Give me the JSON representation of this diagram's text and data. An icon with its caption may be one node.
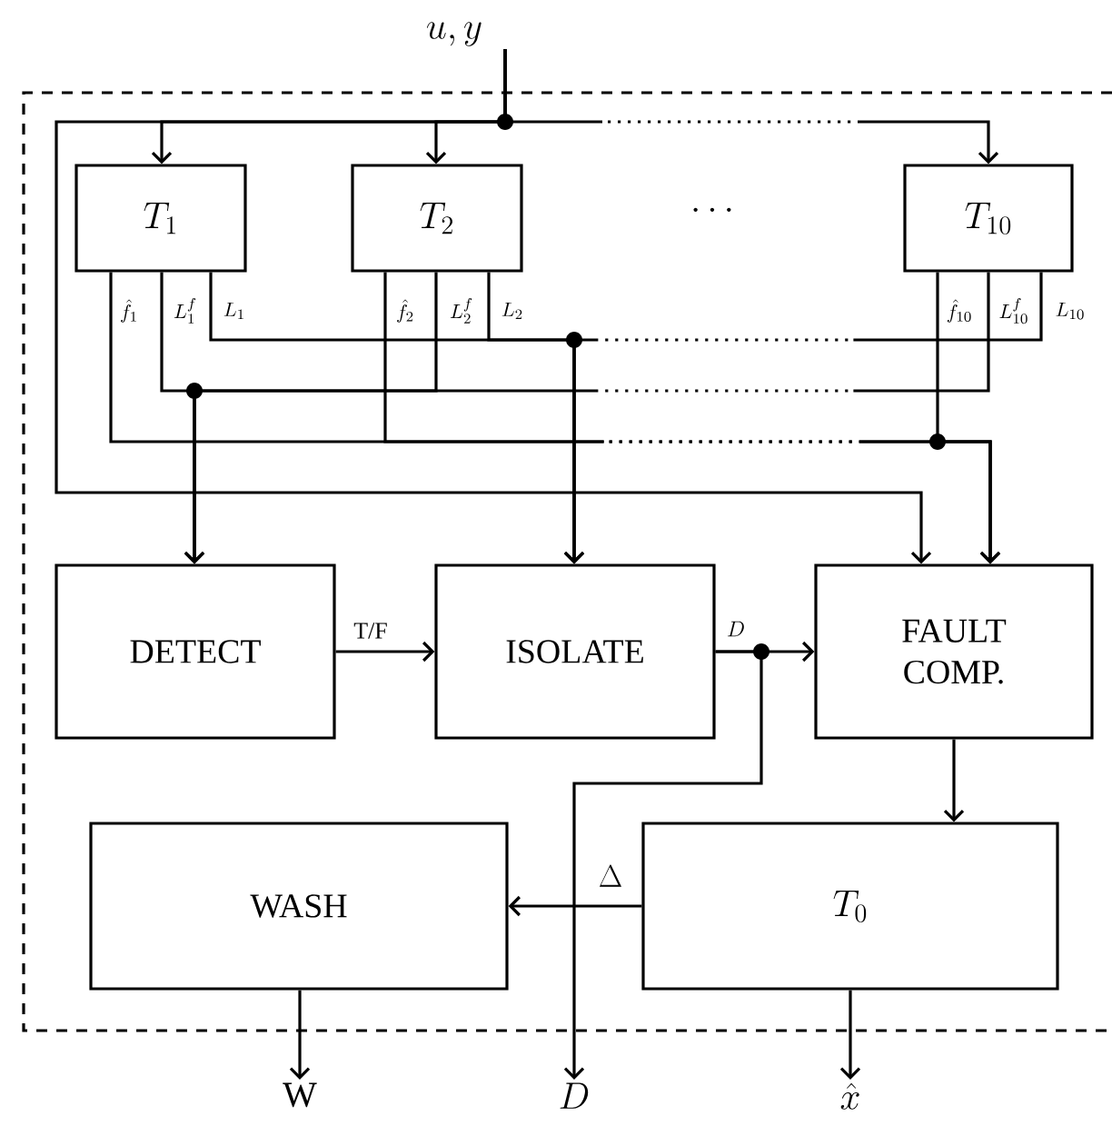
{
  "diagram": {
    "nodes": [
      {
        "text": [
          "u, y"
        ]
      },
      {
        "text": [
          "T_{1}"
        ]
      },
      {
        "text": [
          "T_{2}"
        ]
      },
      {
        "text": [
          "T_{10}"
        ]
      },
      {
        "text": [
          "DETECT"
        ]
      },
      {
        "text": [
          "ISOLATE"
        ]
      },
      {
        "text": [
          "FAULT COMP."
        ]
      },
      {
        "text": [
          "WASH"
        ]
      },
      {
        "text": [
          "T_{0}"
        ]
      },
      {
        "text": [
          "W"
        ]
      },
      {
        "text": [
          "D"
        ]
      },
      {
        "text": [
          "\\hat{x}"
        ]
      }
    ],
    "edges": [
      {
        "from": 0,
        "to": 1,
        "arrow": "to"
      },
      {
        "from": 0,
        "to": 2,
        "arrow": "to"
      },
      {
        "from": 0,
        "to": 3,
        "arrow": "to",
        "style": "dashed"
      },
      {
        "from": 0,
        "to": 6,
        "arrow": "to"
      },
      {
        "from": 1,
        "to": 4,
        "arrow": "to",
        "label": "L_{1}^{f}"
      },
      {
        "from": 2,
        "to": 4,
        "arrow": "to",
        "label": "L_{2}^{f}"
      },
      {
        "from": 3,
        "to": 4,
        "arrow": "to",
        "label": "L_{10}^{f}",
        "style": "dashed"
      },
      {
        "from": 1,
        "to": 5,
        "arrow": "to",
        "label": "L_{1}"
      },
      {
        "from": 2,
        "to": 5,
        "arrow": "to",
        "label": "L_{2}"
      },
      {
        "from": 3,
        "to": 5,
        "arrow": "to",
        "label": "L_{10}",
        "style": "dashed"
      },
      {
        "from": 1,
        "to": 6,
        "arrow": "to",
        "label": "\\hat{f}_{1}",
        "style": "dashed"
      },
      {
        "from": 2,
        "to": 6,
        "arrow": "to",
        "label": "\\hat{f}_{2}",
        "style": "dashed"
      },
      {
        "from": 3,
        "to": 6,
        "arrow": "to",
        "label": "\\hat{f}_{10}"
      },
      {
        "from": 4,
        "to": 5,
        "arrow": "to",
        "label": "T/F"
      },
      {
        "from": 5,
        "to": 6,
        "arrow": "to",
        "label": "D"
      },
      {
        "from": 5,
        "to": 10,
        "arrow": "to"
      },
      {
        "from": 6,
        "to": 8,
        "arrow": "to"
      },
      {
        "from": 8,
        "to": 7,
        "arrow": "to",
        "label": "\\Delta"
      },
      {
        "from": 7,
        "to": 9,
        "arrow": "to"
      },
      {
        "from": 8,
        "to": 11,
        "arrow": "to"
      }
    ],
    "labels": [
      "\\cdots"
    ]
  }
}
